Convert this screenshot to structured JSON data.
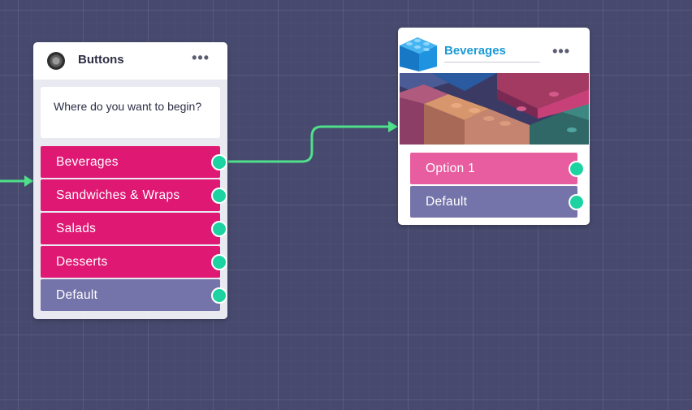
{
  "buttons_node": {
    "title": "Buttons",
    "menu": "•••",
    "question": "Where do you want to begin?",
    "options": [
      {
        "label": "Beverages"
      },
      {
        "label": "Sandwiches & Wraps"
      },
      {
        "label": "Salads"
      },
      {
        "label": "Desserts"
      },
      {
        "label": "Default"
      }
    ]
  },
  "beverages_node": {
    "title": "Beverages",
    "menu": "•••",
    "options": [
      {
        "label": "Option 1"
      },
      {
        "label": "Default"
      }
    ]
  },
  "colors": {
    "canvas": "#474a6e",
    "button_pink": "#df1874",
    "option_pink": "#e85da0",
    "default_purple": "#7574aa",
    "port_green": "#1dd3a2",
    "connector_green": "#4ee08a",
    "title_blue": "#1b9ad6"
  },
  "icons": {
    "buttons_node_icon": "gear-icon",
    "beverages_node_icon": "lego-brick-icon",
    "menu": "more-dots-icon",
    "connector": "arrow-icon"
  }
}
